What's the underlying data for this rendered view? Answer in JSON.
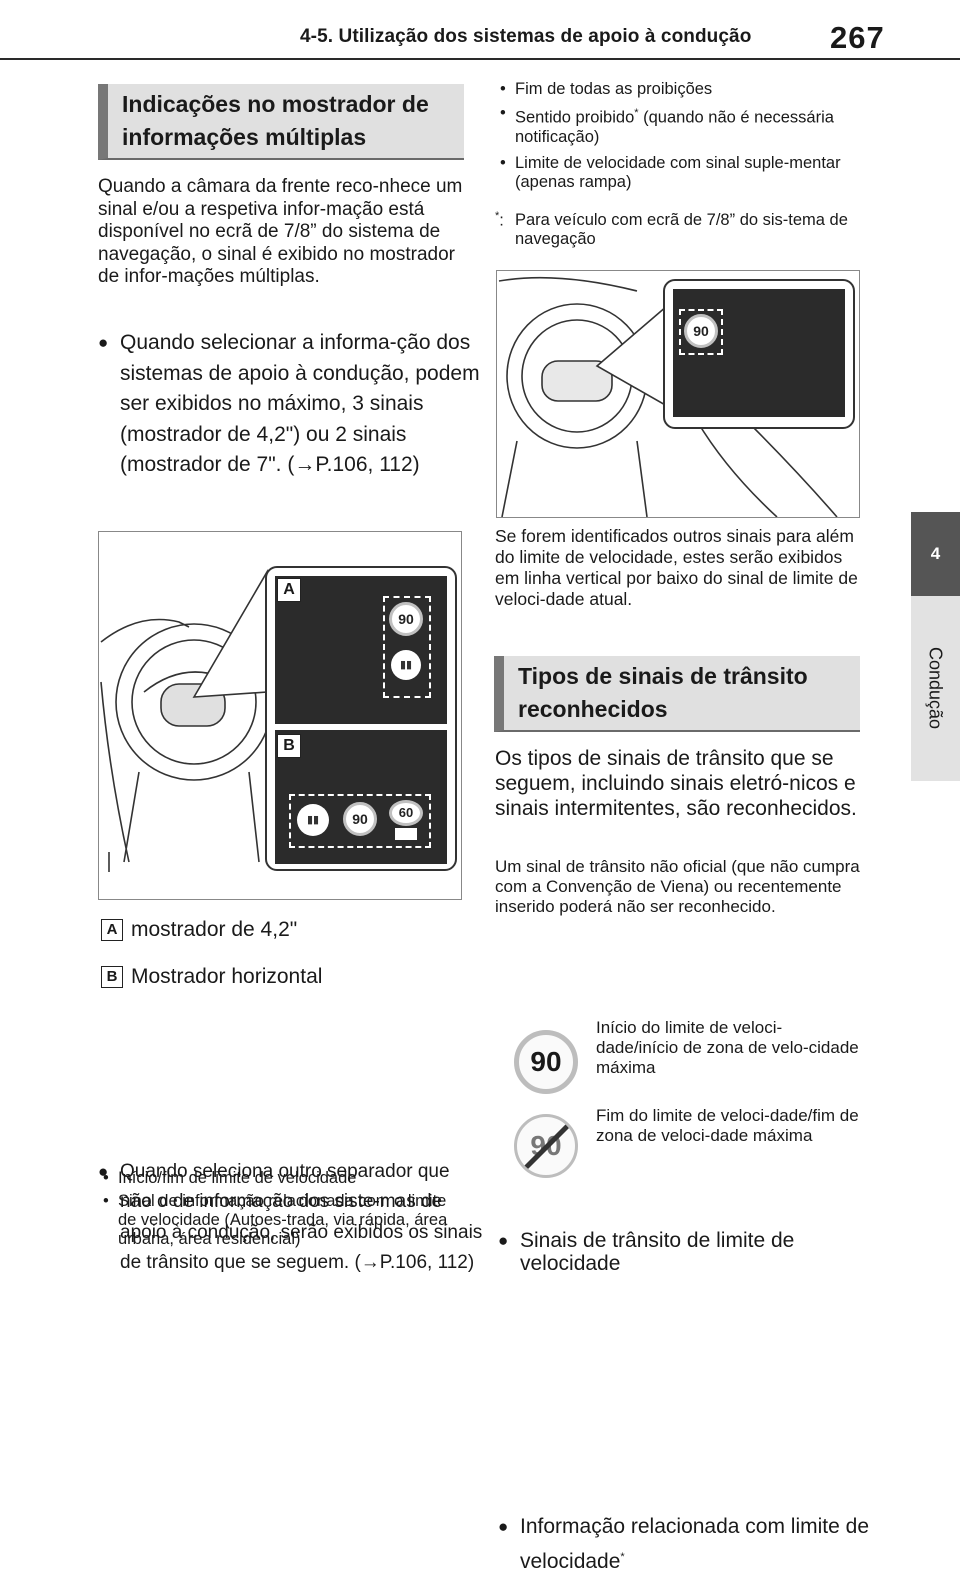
{
  "header": {
    "section_title": "4-5. Utilização dos sistemas de apoio à condução",
    "page_number": "267"
  },
  "side_tab": {
    "chapter_number": "4",
    "chapter_name": "Condução"
  },
  "section1": {
    "heading": "Indicações no mostrador de informações múltiplas",
    "intro": "Quando a câmara da frente reco-nhece um sinal e/ou a respetiva infor-mação está disponível no ecrã de 7/8” do sistema de navegação, o sinal é exibido no mostrador de infor-mações múltiplas.",
    "bullet1": "Quando selecionar a informa-ção dos sistemas de apoio à condução, podem ser exibidos no máximo, 3 sinais (mostrador de 4,2\") ou 2 sinais (mostrador de 7\". (→P.106, 112)",
    "figure1": {
      "label_a": "A",
      "label_b": "B",
      "sign_90": "90",
      "sign_60": "60"
    },
    "legend_a": {
      "letter": "A",
      "text": "mostrador de 4,2\""
    },
    "legend_b": {
      "letter": "B",
      "text": "Mostrador horizontal"
    },
    "bullet2": "Quando seleciona outro separador que não o de informação dos siste-mas de apoio à condução, serão exibidos os sinais de trânsito que se seguem. (→P.106, 112)",
    "list_left": [
      "Início/fim de limite de velocidade",
      "Sinal de informação relacionada com o limite de velocidade (Autoes-trada, via rápida, área urbana, área residencial)"
    ]
  },
  "right_col": {
    "list_items": [
      "Fim de todas as proibições",
      "Sentido proibido",
      "Limite de velocidade com sinal suple-mentar (apenas rampa)"
    ],
    "sentido_suffix": "(quando não é necessária notificação)",
    "footnote_mark": "*",
    "footnote": "Para veículo com ecrã de 7/8” do sis-tema de navegação",
    "figure2": {
      "sign_90": "90"
    },
    "after_fig2": "Se forem identificados outros sinais para além do limite de velocidade, estes serão exibidos em linha vertical por baixo do sinal de limite de veloci-dade atual."
  },
  "section2": {
    "heading": "Tipos de sinais de trânsito reconhecidos",
    "intro": "Os tipos de sinais de trânsito que se seguem, incluindo sinais eletró-nicos e sinais intermitentes, são reconhecidos.",
    "note": "Um sinal de trânsito não oficial (que não cumpra com a Convenção de Viena) ou recentemente inserido poderá não ser reconhecido.",
    "bullet_speed": "Sinais de trânsito de limite de velocidade",
    "sign_start": {
      "number": "90",
      "text": "Início do limite de veloci-dade/início de zona de velo-cidade máxima"
    },
    "sign_end": {
      "number": "90",
      "text": "Fim do limite de veloci-dade/fim de zona de veloci-dade máxima"
    },
    "bullet_info": "Informação relacionada com limite de velocidade",
    "bullet_info_mark": "*"
  }
}
